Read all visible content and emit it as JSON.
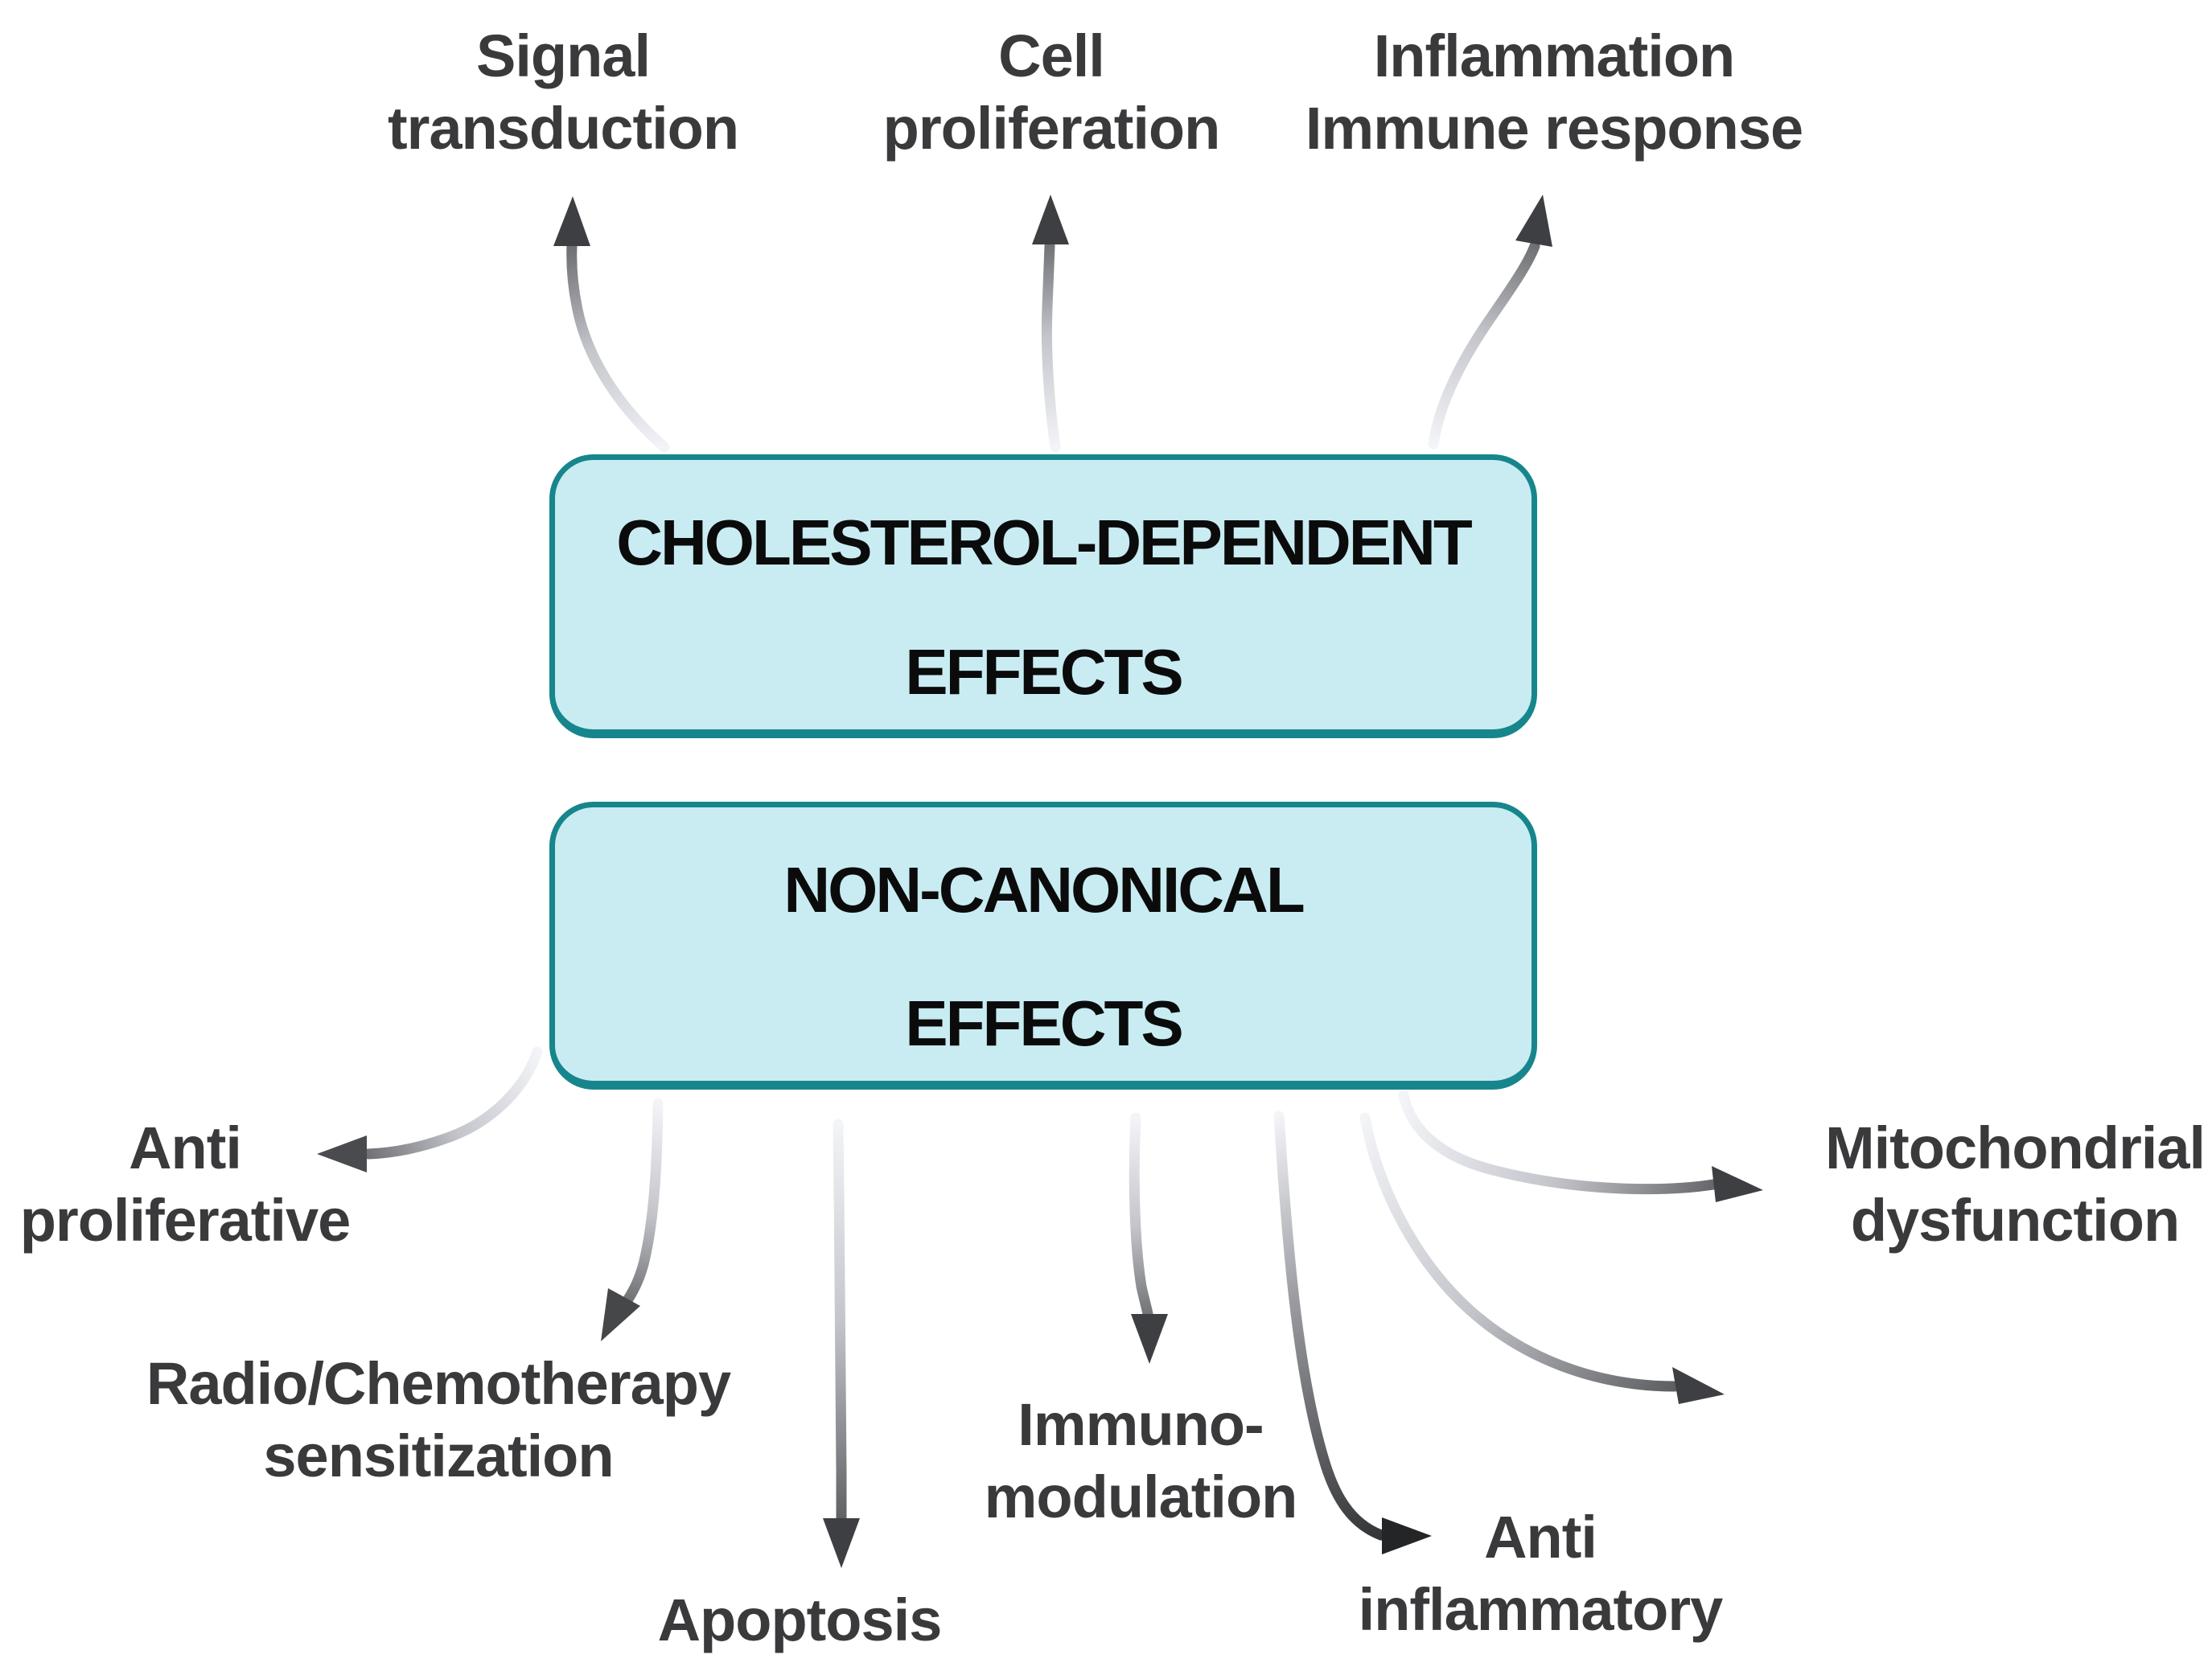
{
  "diagram": {
    "boxes": {
      "cholesterol": {
        "line1": "CHOLESTEROL-DEPENDENT",
        "line2": "EFFECTS"
      },
      "non_canonical": {
        "line1": "NON-CANONICAL",
        "line2": "EFFECTS"
      }
    },
    "labels": {
      "signal_transduction": {
        "line1": "Signal",
        "line2": "transduction"
      },
      "cell_proliferation": {
        "line1": "Cell",
        "line2": "proliferation"
      },
      "inflammation_immune": {
        "line1": "Inflammation",
        "line2": "Immune response"
      },
      "anti_proliferative": {
        "line1": "Anti",
        "line2": "proliferative"
      },
      "radio_chemo": {
        "line1": "Radio/Chemotherapy",
        "line2": "sensitization"
      },
      "apoptosis": {
        "line1": "Apoptosis"
      },
      "immuno_modulation": {
        "line1": "Immuno-",
        "line2": "modulation"
      },
      "anti_inflammatory": {
        "line1": "Anti",
        "line2": "inflammatory"
      },
      "mitochondrial": {
        "line1": "Mitochondrial",
        "line2": "dysfunction"
      }
    },
    "colors": {
      "background": "#ffffff",
      "box_fill": "#c8ecf2",
      "box_border": "#17868c",
      "box_text": "#0b0b0c",
      "label_text": "#3a3a3c",
      "arrow_tail": "#f3f4f8",
      "arrow_head": "#4a4b4f"
    }
  }
}
